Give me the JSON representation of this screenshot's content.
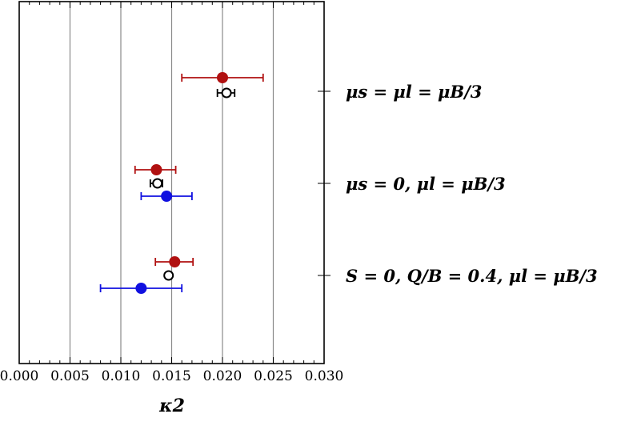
{
  "chart_data": {
    "type": "scatter",
    "title": "",
    "xlabel": "κ2",
    "xlim": [
      0.0,
      0.03
    ],
    "xticks": [
      0.0,
      0.005,
      0.01,
      0.015,
      0.02,
      0.025,
      0.03
    ],
    "xtick_labels": [
      "0.000",
      "0.005",
      "0.010",
      "0.015",
      "0.020",
      "0.025",
      "0.030"
    ],
    "grid": "vertical",
    "categories": [
      "μs = μl = μB/3",
      "μs = 0, μl = μB/3",
      "S = 0,  Q/B = 0.4,  μl = μB/3"
    ],
    "series": [
      {
        "marker": "filled-circle",
        "color": "#b01010",
        "points": [
          {
            "category": 0,
            "x": 0.02,
            "xerr_low": 0.016,
            "xerr_high": 0.024
          },
          {
            "category": 1,
            "x": 0.0135,
            "xerr_low": 0.0114,
            "xerr_high": 0.0154
          },
          {
            "category": 2,
            "x": 0.0153,
            "xerr_low": 0.0134,
            "xerr_high": 0.0171
          }
        ]
      },
      {
        "marker": "open-circle",
        "color": "#000000",
        "points": [
          {
            "category": 0,
            "x": 0.0204,
            "xerr_low": 0.0195,
            "xerr_high": 0.0212
          },
          {
            "category": 1,
            "x": 0.0136,
            "xerr_low": 0.0129,
            "xerr_high": 0.0141
          },
          {
            "category": 2,
            "x": 0.0147,
            "xerr_low": 0.0147,
            "xerr_high": 0.0147
          }
        ]
      },
      {
        "marker": "filled-circle",
        "color": "#1010e0",
        "points": [
          {
            "category": 1,
            "x": 0.0145,
            "xerr_low": 0.012,
            "xerr_high": 0.017
          },
          {
            "category": 2,
            "x": 0.012,
            "xerr_low": 0.008,
            "xerr_high": 0.016
          }
        ]
      }
    ]
  }
}
